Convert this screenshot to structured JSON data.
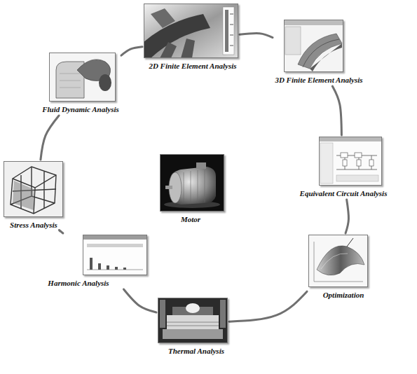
{
  "diagram": {
    "nodes": [
      {
        "text": [
          "2D Finite Element Analysis"
        ]
      },
      {
        "text": [
          "3D Finite Element Analysis"
        ]
      },
      {
        "text": [
          "Equivalent Circuit Analysis"
        ]
      },
      {
        "text": [
          "Optimization"
        ]
      },
      {
        "text": [
          "Thermal Analysis"
        ]
      },
      {
        "text": [
          "Harmonic Analysis"
        ]
      },
      {
        "text": [
          "Stress Analysis"
        ]
      },
      {
        "text": [
          "Fluid Dynamic Analysis"
        ]
      },
      {
        "text": [
          "Motor"
        ]
      }
    ],
    "edges": [
      {
        "from": 0,
        "to": 1,
        "arrow": "none"
      },
      {
        "from": 1,
        "to": 2,
        "arrow": "none"
      },
      {
        "from": 2,
        "to": 3,
        "arrow": "none"
      },
      {
        "from": 3,
        "to": 4,
        "arrow": "none"
      },
      {
        "from": 4,
        "to": 5,
        "arrow": "none"
      },
      {
        "from": 5,
        "to": 6,
        "arrow": "none"
      },
      {
        "from": 6,
        "to": 7,
        "arrow": "none"
      },
      {
        "from": 7,
        "to": 0,
        "arrow": "none"
      }
    ]
  }
}
